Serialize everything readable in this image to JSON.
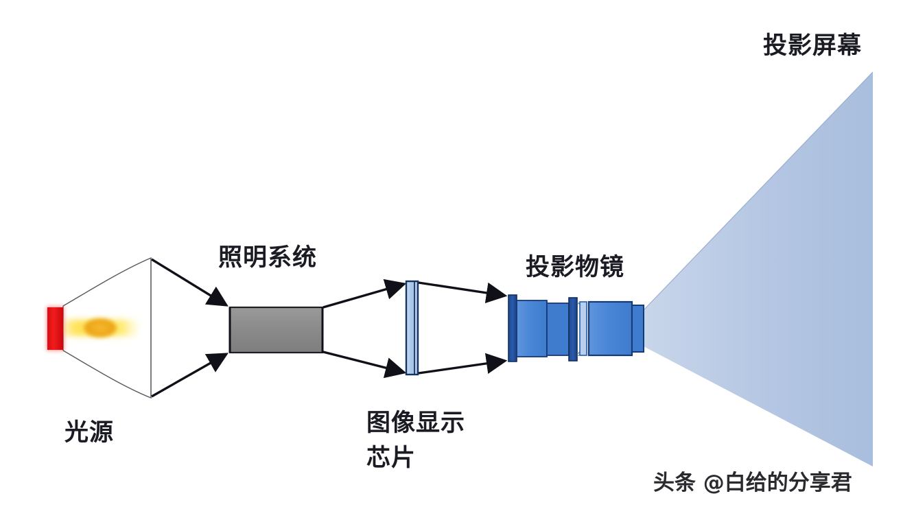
{
  "figure": {
    "title_alt": "Projector optical path schematic",
    "labels": {
      "screen": "投影屏幕",
      "illumination": "照明系统",
      "objective": "投影物镜",
      "light_source": "光源",
      "display_chip_line1": "图像显示",
      "display_chip_line2": "芯片"
    },
    "watermark": "头条 @白给的分享君",
    "colors": {
      "reflector_stroke": "#555560",
      "lamp_red": "#e8121a",
      "lamp_yellow": "#ffe14d",
      "lamp_core": "#f0a91e",
      "illumination_gray": "#8a8a8a",
      "chip_blue": "#a9c6ea",
      "lens_blue": "#4a86d6",
      "lens_dark_blue": "#1f4a93",
      "beam_blue": "#b3c6e2",
      "arrow_black": "#101018",
      "text_dark": "#1b1b24"
    }
  }
}
